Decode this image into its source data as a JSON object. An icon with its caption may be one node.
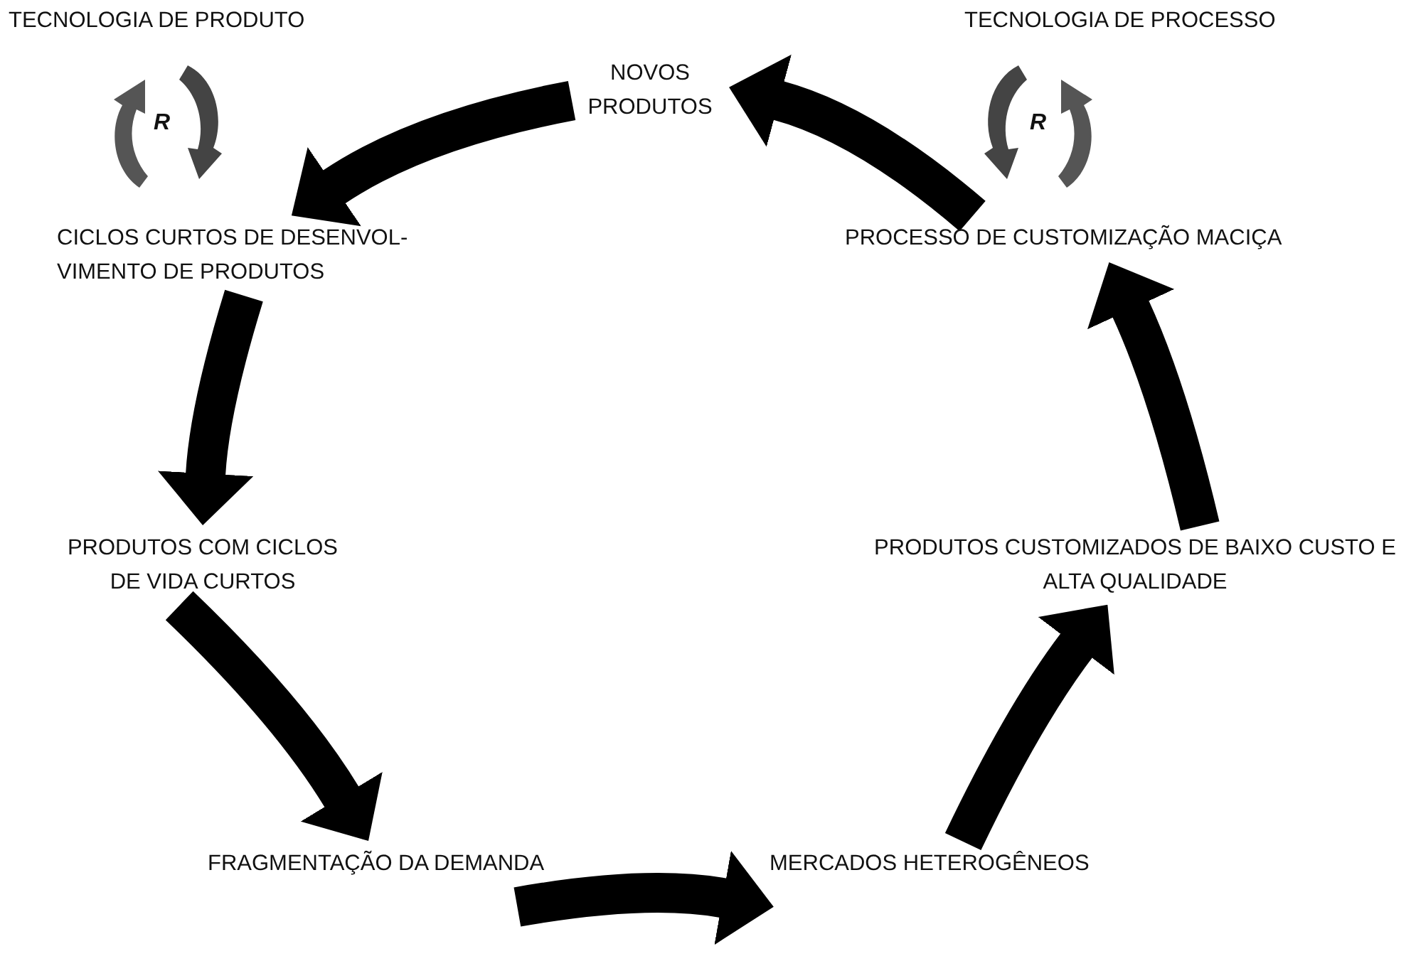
{
  "diagram": {
    "nodes": [
      {
        "text": [
          "NOVOS PRODUTOS"
        ]
      },
      {
        "text": [
          "CICLOS CURTOS DE DESENVOL- VIMENTO DE PRODUTOS"
        ]
      },
      {
        "text": [
          "PRODUTOS COM CICLOS DE VIDA CURTOS"
        ]
      },
      {
        "text": [
          "FRAGMENTAÇÃO DA DEMANDA"
        ]
      },
      {
        "text": [
          "MERCADOS HETEROGÊNEOS"
        ]
      },
      {
        "text": [
          "PRODUTOS CUSTOMIZADOS DE BAIXO CUSTO E ALTA QUALIDADE"
        ]
      },
      {
        "text": [
          "PROCESSO DE CUSTOMIZAÇÃO MACIÇA"
        ]
      }
    ],
    "edges": [
      {
        "from": 0,
        "to": 1,
        "arrow": "to"
      },
      {
        "from": 1,
        "to": 2,
        "arrow": "to"
      },
      {
        "from": 2,
        "to": 3,
        "arrow": "to"
      },
      {
        "from": 3,
        "to": 4,
        "arrow": "to"
      },
      {
        "from": 4,
        "to": 5,
        "arrow": "to"
      },
      {
        "from": 5,
        "to": 6,
        "arrow": "to"
      },
      {
        "from": 6,
        "to": 0,
        "arrow": "to"
      }
    ],
    "labels": [
      "TECNOLOGIA DE PRODUTO",
      "R",
      "TECNOLOGIA DE PROCESSO",
      "R"
    ]
  }
}
